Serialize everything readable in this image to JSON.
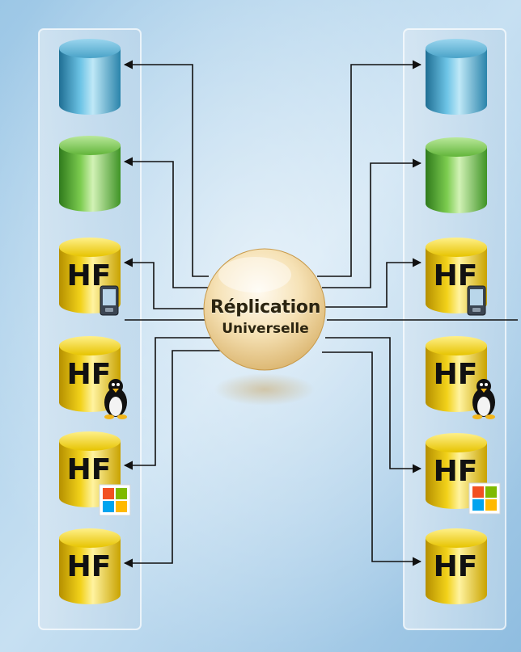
{
  "hub": {
    "line1": "Réplication",
    "line2": "Universelle"
  },
  "databases": {
    "hf_label": "HF",
    "left": [
      {
        "kind": "blue"
      },
      {
        "kind": "green"
      },
      {
        "kind": "hf",
        "badge": "pda-icon"
      },
      {
        "kind": "hf",
        "badge": "linux-penguin-icon"
      },
      {
        "kind": "hf",
        "badge": "windows-logo-icon"
      },
      {
        "kind": "hf",
        "badge": ""
      }
    ],
    "right": [
      {
        "kind": "blue"
      },
      {
        "kind": "green"
      },
      {
        "kind": "hf",
        "badge": "pda-icon"
      },
      {
        "kind": "hf",
        "badge": "linux-penguin-icon"
      },
      {
        "kind": "hf",
        "badge": "windows-logo-icon"
      },
      {
        "kind": "hf",
        "badge": ""
      }
    ]
  },
  "colors": {
    "blue_db": "#4aa3c8",
    "green_db": "#62b53a",
    "hf_db": "#f2d21a",
    "arrow": "#111111",
    "hub": "#f3d696"
  }
}
